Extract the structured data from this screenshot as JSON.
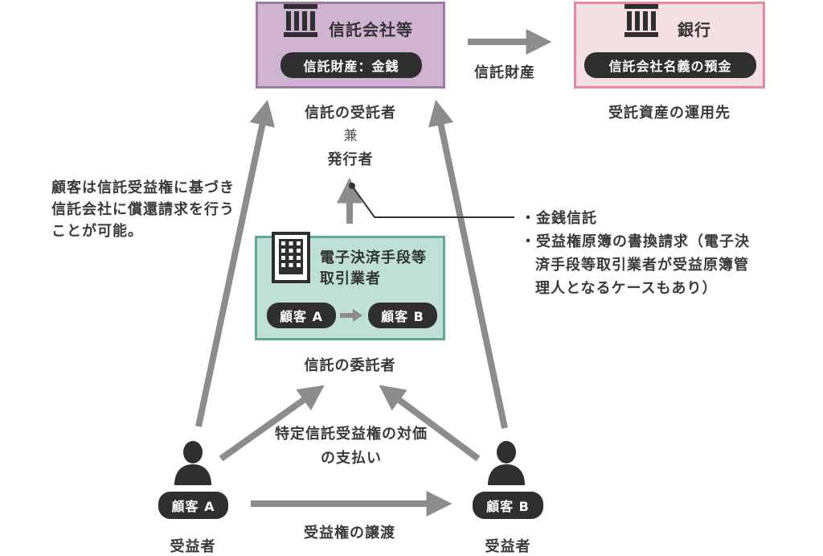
{
  "trust_company": {
    "title": "信託会社等",
    "pill": "信託財産：金銭",
    "role_line1": "信託の受託者",
    "role_connector": "兼",
    "role_line2": "発行者"
  },
  "bank": {
    "title": "銀行",
    "pill": "信託会社名義の預金",
    "caption": "受託資産の運用先"
  },
  "flow_trust_property": "信託財産",
  "left_note": [
    "顧客は信託受益権に基づき",
    "信託会社に償還請求を行う",
    "ことが可能。"
  ],
  "right_note": [
    "・金銭信託",
    "・受益権原簿の書換請求（電子決",
    "済手段等取引業者が受益原簿管",
    "理人となるケースもあり）"
  ],
  "exchange": {
    "title_line1": "電子決済手段等",
    "title_line2": "取引業者",
    "pill_a": "顧客 A",
    "pill_b": "顧客 B",
    "caption": "信託の委託者"
  },
  "payment_label": [
    "特定信託受益権の対価",
    "の支払い"
  ],
  "transfer_label": "受益権の譲渡",
  "customer_a": {
    "pill": "顧客 A",
    "caption": "受益者"
  },
  "customer_b": {
    "pill": "顧客 B",
    "caption": "受益者"
  },
  "colors": {
    "trust_fill": "#cfb3d0",
    "trust_border": "#9e7aa6",
    "bank_fill": "#f6dfe3",
    "bank_border": "#e58aa0",
    "exchange_fill": "#bfe0d6",
    "exchange_border": "#5fa89a",
    "arrow": "#8c8c8c",
    "pill": "#2f2f2f"
  }
}
